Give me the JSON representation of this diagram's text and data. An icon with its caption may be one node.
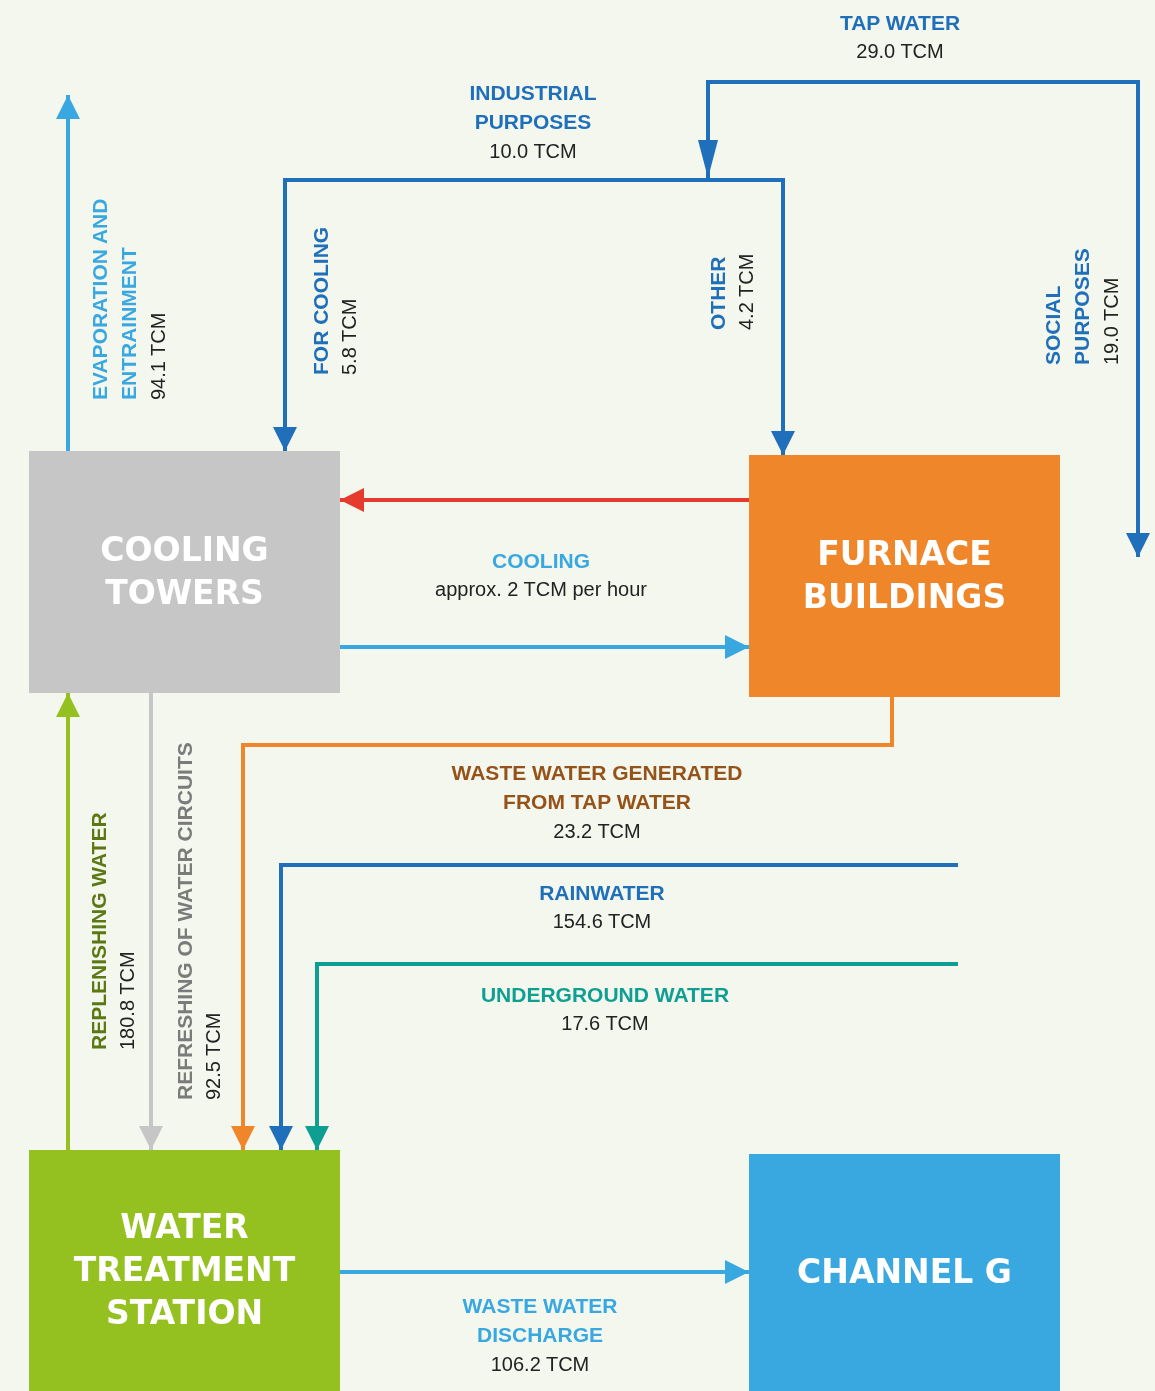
{
  "diagram": {
    "nodes": [
      {
        "text": [
          "COOLING TOWERS"
        ]
      },
      {
        "text": [
          "FURNACE BUILDINGS"
        ]
      },
      {
        "text": [
          "WATER TREATMENT STATION"
        ]
      },
      {
        "text": [
          "CHANNEL G"
        ]
      },
      {
        "text": [
          "TAP WATER",
          "29.0 TCM"
        ]
      }
    ],
    "edges": [
      {
        "from": 0,
        "to": null,
        "arrow": "to",
        "label": "**EVAPORATION AND ENTRAINMENT** 94.1 TCM",
        "color": "#3aa8e0"
      },
      {
        "from": 4,
        "to": 0,
        "arrow": "to",
        "label": "**FOR COOLING** 5.8 TCM"
      },
      {
        "from": 4,
        "to": 1,
        "arrow": "to",
        "label": "**OTHER** 4.2 TCM"
      },
      {
        "from": 4,
        "to": null,
        "arrow": "to",
        "label": "**SOCIAL PURPOSES** 19.0 TCM"
      },
      {
        "from": 1,
        "to": 0,
        "arrow": "to",
        "color": "#e53b2f"
      },
      {
        "from": 0,
        "to": 1,
        "arrow": "to",
        "label": "**COOLING** approx. 2 TCM per hour",
        "color": "#3aa8e0"
      },
      {
        "from": 1,
        "to": 2,
        "arrow": "to",
        "label": "**WASTE WATER GENERATED FROM TAP WATER** 23.2 TCM",
        "color": "#f0862a"
      },
      {
        "from": null,
        "to": 2,
        "arrow": "to",
        "label": "**RAINWATER** 154.6 TCM"
      },
      {
        "from": null,
        "to": 2,
        "arrow": "to",
        "label": "**UNDERGROUND WATER** 17.6 TCM",
        "color": "#0e9f92"
      },
      {
        "from": 2,
        "to": 0,
        "arrow": "to",
        "label": "**REPLENISHING WATER** 180.8 TCM",
        "color": "#94c11f"
      },
      {
        "from": 0,
        "to": 2,
        "arrow": "to",
        "label": "**REFRESHING OF WATER CIRCUITS** 92.5 TCM",
        "color": "#c6c6c6"
      },
      {
        "from": 2,
        "to": 3,
        "arrow": "to",
        "label": "**WASTE WATER DISCHARGE** 106.2 TCM",
        "color": "#3aa8e0"
      }
    ],
    "labels": [
      "**INDUSTRIAL PURPOSES** 10.0 TCM"
    ]
  }
}
